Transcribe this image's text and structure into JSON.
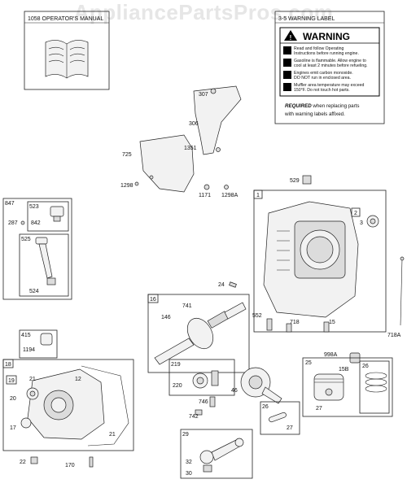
{
  "watermark": "AppliancePartsPros.com",
  "boxes": {
    "manual": "1058 OPERATOR'S MANUAL",
    "label": "3-5 WARNING LABEL"
  },
  "warning": {
    "title": "WARNING",
    "lines": [
      "Read and follow Operating",
      "Instructions before running engine.",
      "Gasoline is flammable. Allow engine to",
      "cool at least 2 minutes before refueling.",
      "Engines emit carbon monoxide.",
      "DO NOT run in enclosed area.",
      "Muffler area temperature may exceed",
      "150°F. Do not touch hot parts."
    ],
    "required_bold": "REQUIRED",
    "required_rest": " when replacing parts",
    "required_line2": "with warning labels affixed."
  },
  "part_numbers": {
    "p307": "307",
    "p306": "306",
    "p725": "725",
    "p1351": "1351",
    "p1298": "1298",
    "p1171": "1171",
    "p1298A": "1298A",
    "p529": "529",
    "p1": "1",
    "p2": "2",
    "p3": "3",
    "p847": "847",
    "p523": "523",
    "p287": "287",
    "p842": "842",
    "p525": "525",
    "p524": "524",
    "p24": "24",
    "p16": "16",
    "p741": "741",
    "p146": "146",
    "p552": "552",
    "p718": "718",
    "p15": "15",
    "p718A": "718A",
    "p998A": "998A",
    "p15B": "15B",
    "p415": "415",
    "p1194": "1194",
    "p18": "18",
    "p21a": "21",
    "p12": "12",
    "p19": "19",
    "p20": "20",
    "p17": "17",
    "p21b": "21",
    "p22": "22",
    "p170": "170",
    "p219": "219",
    "p220": "220",
    "p46": "46",
    "p746": "746",
    "p742": "742",
    "p25": "25",
    "p26a": "26",
    "p27a": "27",
    "p26b": "26",
    "p27b": "27",
    "p29": "29",
    "p32": "32",
    "p30": "30"
  }
}
